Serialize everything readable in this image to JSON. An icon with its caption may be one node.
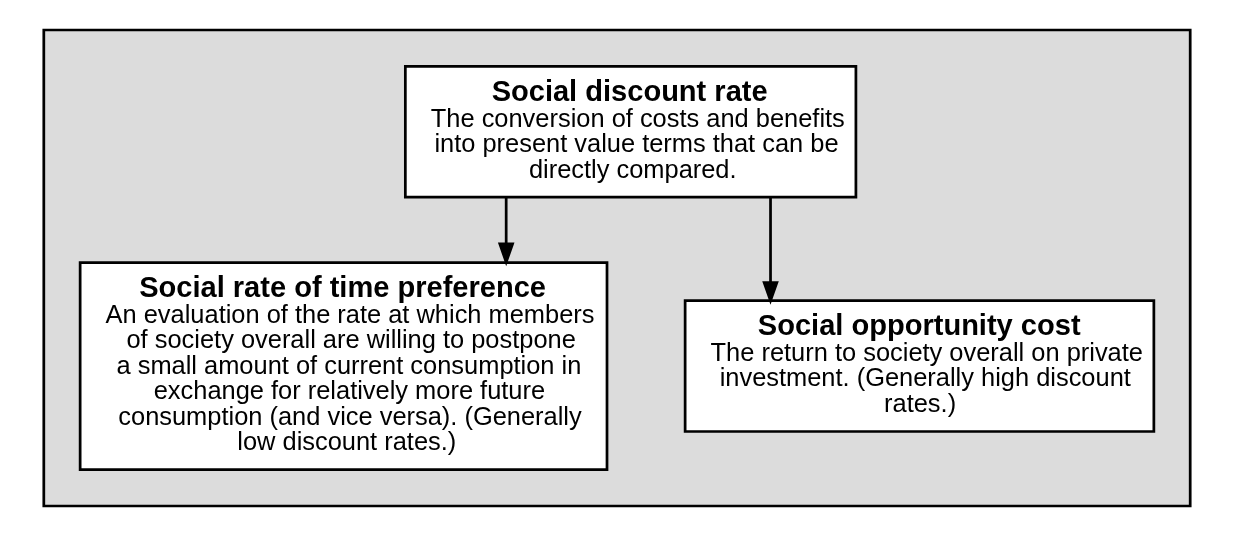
{
  "diagram": {
    "nodes": [
      {
        "text": [],
        "shape": "box"
      },
      {
        "text": [
          "Social discount rate",
          "The conversion of costs and benefits into present value terms that can be directly compared."
        ],
        "in": 0
      },
      {
        "text": [
          "Social rate of time preference",
          "An evaluation of the rate at which members of society overall are willing to postpone a small amount of current consumption in exchange for relatively more future consumption (and vice versa). (Generally low discount rates.)"
        ],
        "in": 0
      },
      {
        "text": [
          "Social opportunity cost",
          "The return to society overall on private investment. (Generally high discount rates.)"
        ],
        "in": 0
      }
    ],
    "edges": [
      {
        "from": 1,
        "to": 2,
        "arrow": "to"
      },
      {
        "from": 1,
        "to": 3,
        "arrow": "to"
      }
    ]
  }
}
